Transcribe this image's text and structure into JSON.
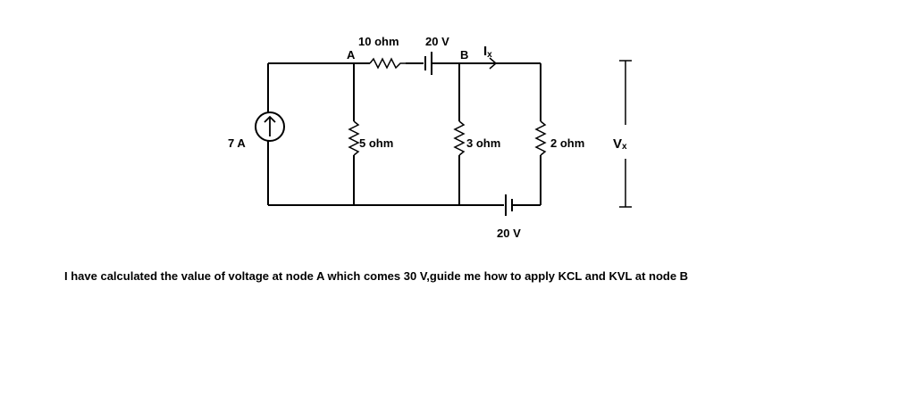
{
  "labels": {
    "r_ab": "10 ohm",
    "v_top": "20 V",
    "node_a": "A",
    "node_b": "B",
    "ix_main": "I",
    "ix_sub": "x",
    "current_source": "7 A",
    "r_a": "5 ohm",
    "r_b": "3 ohm",
    "r_right": "2 ohm",
    "vx_main": "V",
    "vx_sub": "x",
    "v_bottom": "20 V"
  },
  "question": "I have calculated the value of voltage at node A which comes 30 V,guide me how to apply KCL and KVL at node B"
}
